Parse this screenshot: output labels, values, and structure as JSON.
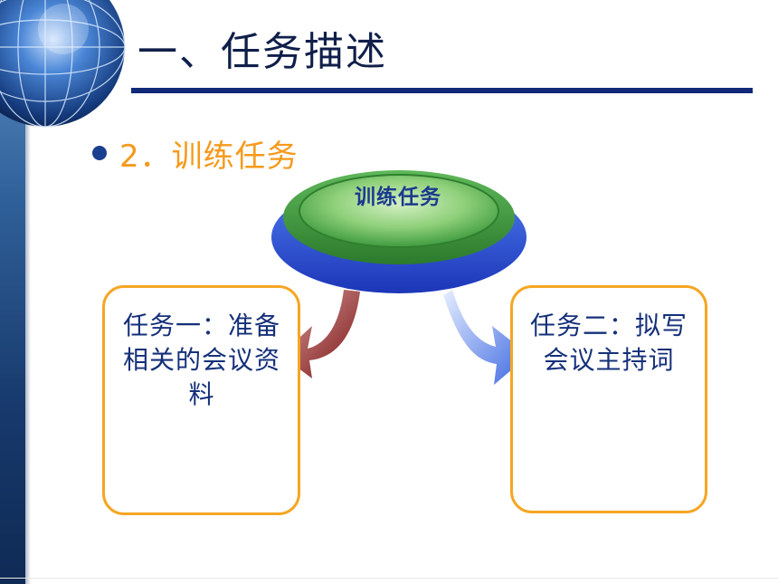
{
  "slide": {
    "title": "一、任务描述",
    "subheading": "2．训练任务"
  },
  "diagram": {
    "center_label": "训练任务",
    "task_one": "任务一：准备相关的会议资料",
    "task_two": "任务二：拟写会议主持词"
  },
  "colors": {
    "title": "#0f1f4a",
    "rule": "#102a78",
    "subheading": "#f59a1c",
    "box_border": "#f5a623",
    "task_text": "#15307a",
    "disc_green": "#3c9a3c",
    "disc_blue": "#2b52d8",
    "arrow_left": "#8e1b1b",
    "arrow_right": "#5f86ea"
  },
  "icons": {
    "globe": "globe-icon",
    "bullet": "bullet-dot-icon",
    "arrow_left": "curved-arrow-left-icon",
    "arrow_right": "curved-arrow-right-icon"
  }
}
